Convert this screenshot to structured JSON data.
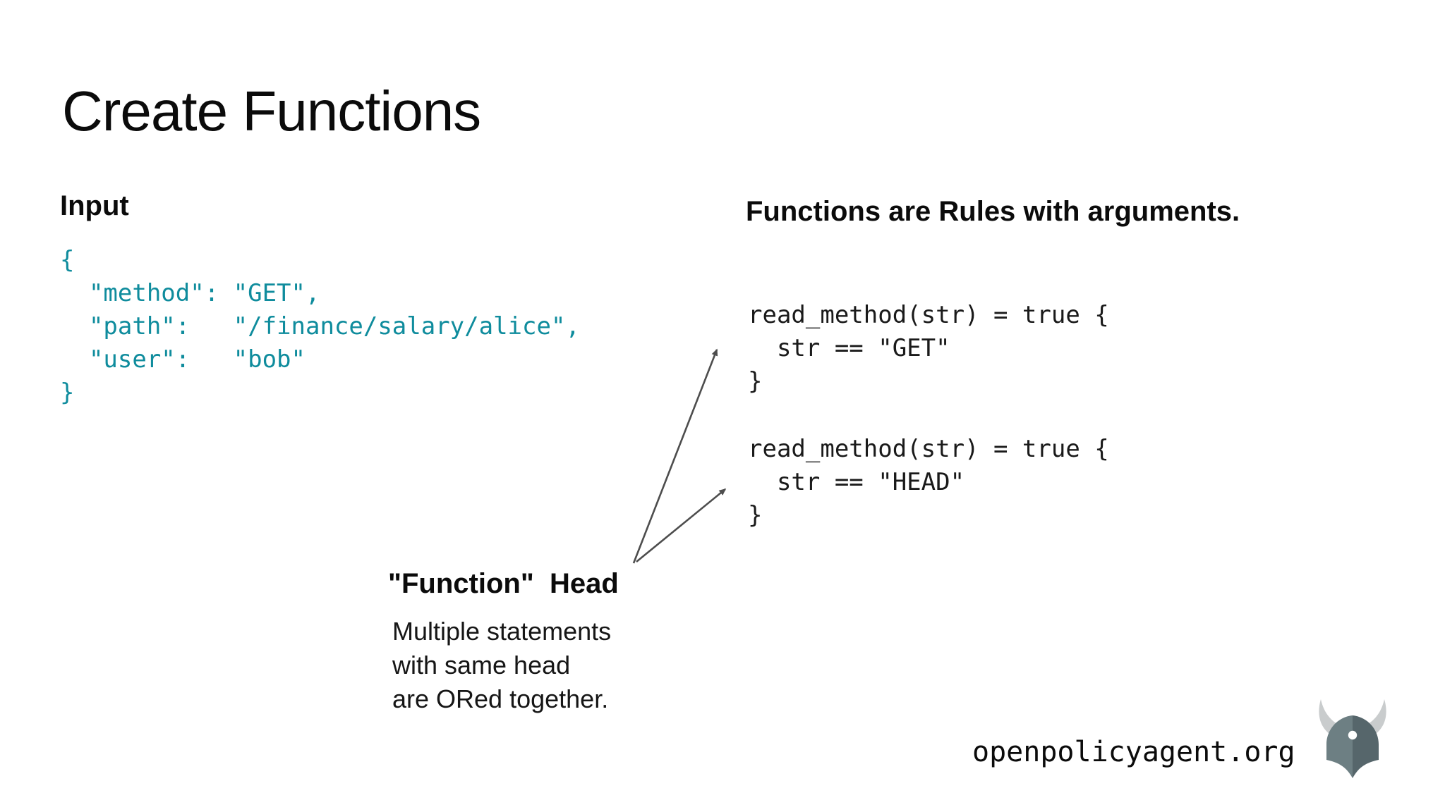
{
  "slide": {
    "title": "Create Functions",
    "input_section": {
      "heading": "Input",
      "json_code": "{\n  \"method\": \"GET\",\n  \"path\":   \"/finance/salary/alice\",\n  \"user\":   \"bob\"\n}"
    },
    "rules_section": {
      "heading": "Functions are Rules with arguments.",
      "rule_1": "read_method(str) = true {\n  str == \"GET\"\n}",
      "rule_2": "read_method(str) = true {\n  str == \"HEAD\"\n}"
    },
    "annotation": {
      "label": "\"Function\"  Head",
      "note": "Multiple statements\nwith same head\nare ORed together."
    },
    "footer": {
      "url": "openpolicyagent.org"
    },
    "icons": {
      "logo": "opa-viking-helmet-icon",
      "arrows": "annotation-arrows"
    },
    "colors": {
      "code_teal": "#0f8c9d",
      "text_black": "#111111",
      "arrow_gray": "#4d4d4d",
      "logo_light_slate": "#6d7f83",
      "logo_dark_slate": "#56666b",
      "logo_horn_gray": "#c9cccd",
      "logo_eye_white": "#ffffff",
      "background": "#ffffff"
    }
  }
}
